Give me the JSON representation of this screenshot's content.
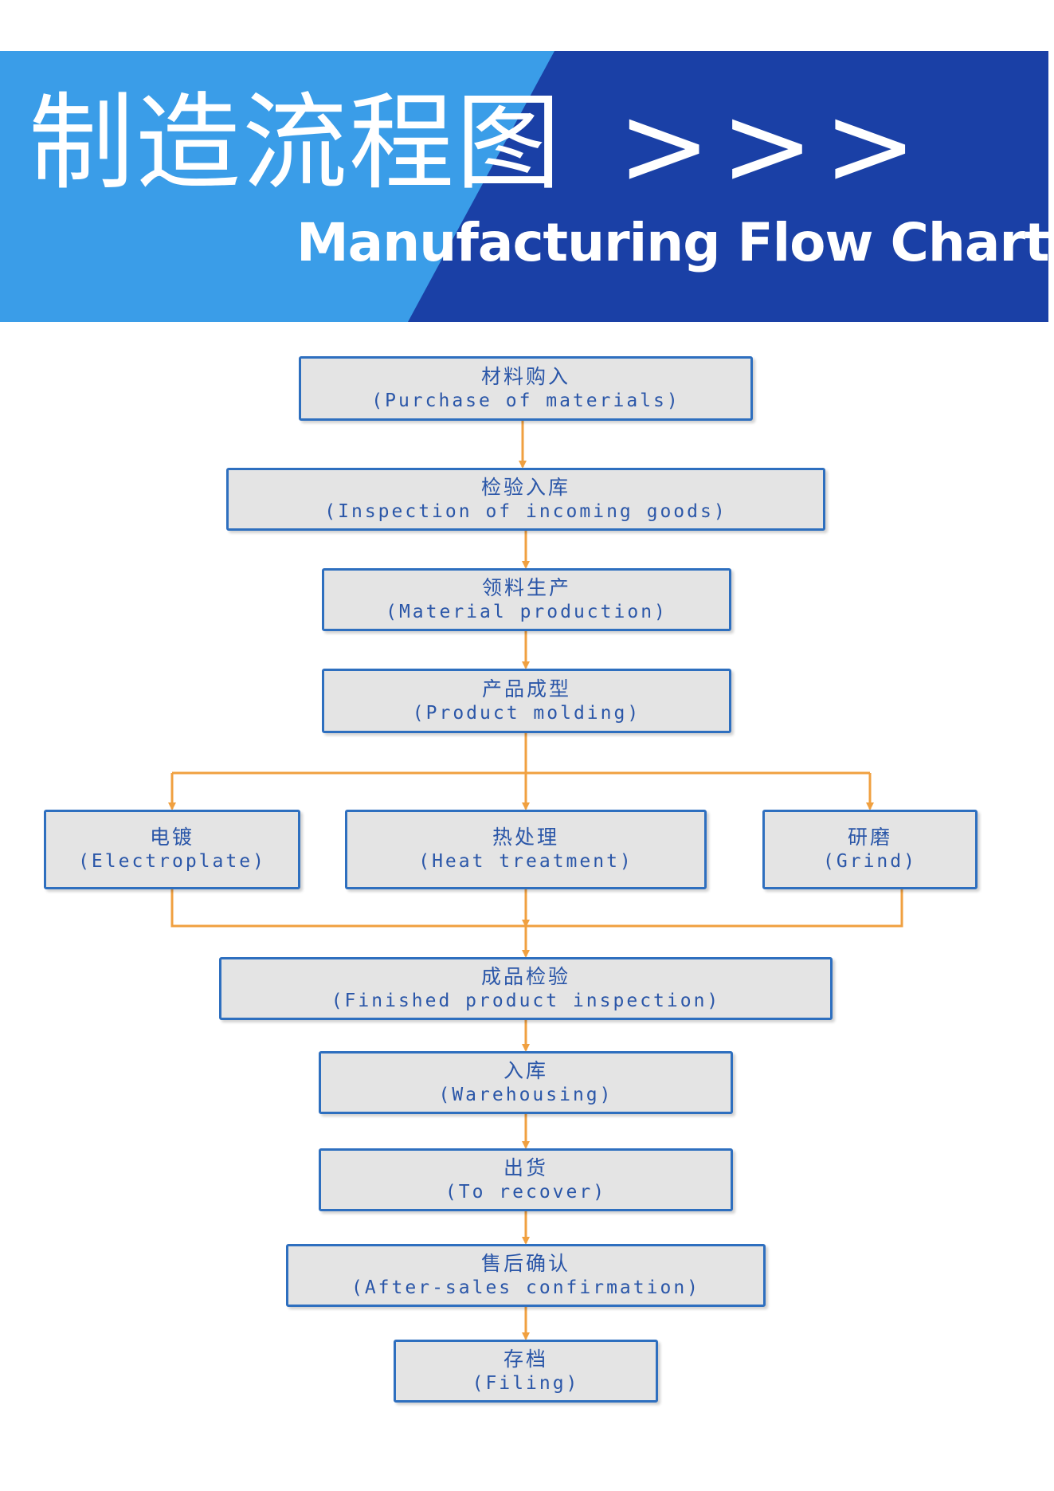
{
  "header": {
    "title_cn": "制造流程图",
    "arrows": ">>>",
    "title_en": "Manufacturing Flow Chart",
    "colors": {
      "light": "#3a9de8",
      "dark": "#1a40a6"
    }
  },
  "diagram": {
    "colors": {
      "box_fill": "#e4e4e4",
      "box_border": "#2e6fbf",
      "text": "#2a56a8",
      "arrow": "#f0a040"
    },
    "steps": [
      {
        "cn": "材料购入",
        "en": "(Purchase of materials)"
      },
      {
        "cn": "检验入库",
        "en": "(Inspection of incoming goods)"
      },
      {
        "cn": "领料生产",
        "en": "(Material production)"
      },
      {
        "cn": "产品成型",
        "en": "(Product molding)"
      },
      {
        "cn": "电镀",
        "en": "(Electroplate)"
      },
      {
        "cn": "热处理",
        "en": "(Heat treatment)"
      },
      {
        "cn": "研磨",
        "en": "(Grind)"
      },
      {
        "cn": "成品检验",
        "en": "(Finished product inspection)"
      },
      {
        "cn": "入库",
        "en": "(Warehousing)"
      },
      {
        "cn": "出货",
        "en": "(To recover)"
      },
      {
        "cn": "售后确认",
        "en": "(After-sales confirmation)"
      },
      {
        "cn": "存档",
        "en": "(Filing)"
      }
    ]
  }
}
